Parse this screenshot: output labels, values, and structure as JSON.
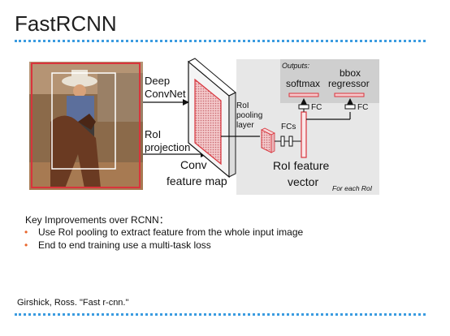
{
  "slide": {
    "title": "FastRCNN",
    "key_heading": "Key Improvements over RCNN：",
    "bullets": [
      "Use RoI pooling to extract feature from the whole input image",
      "End to end training use a multi-task loss"
    ],
    "citation": "Girshick, Ross. \"Fast r-cnn.\""
  },
  "diagram": {
    "deep_label": "Deep",
    "convnet_label": "ConvNet",
    "roi_label": "RoI",
    "projection_label": "projection",
    "conv_label": "Conv",
    "feature_map_label": "feature map",
    "roi_pool_1": "RoI",
    "roi_pool_2": "pooling",
    "roi_pool_3": "layer",
    "fcs_label": "FCs",
    "roi_feat_1": "RoI feature",
    "roi_feat_2": "vector",
    "outputs_label": "Outputs:",
    "softmax_label": "softmax",
    "bbox_label": "bbox",
    "regressor_label": "regressor",
    "fc_left": "FC",
    "fc_right": "FC",
    "for_each_roi": "For each RoI"
  },
  "colors": {
    "accent_dots": "#3a9be0",
    "bullet": "#e8662b",
    "red": "#d9343c",
    "panel_gray": "#e7e7e7",
    "outputs_gray": "#cfcfcf"
  }
}
